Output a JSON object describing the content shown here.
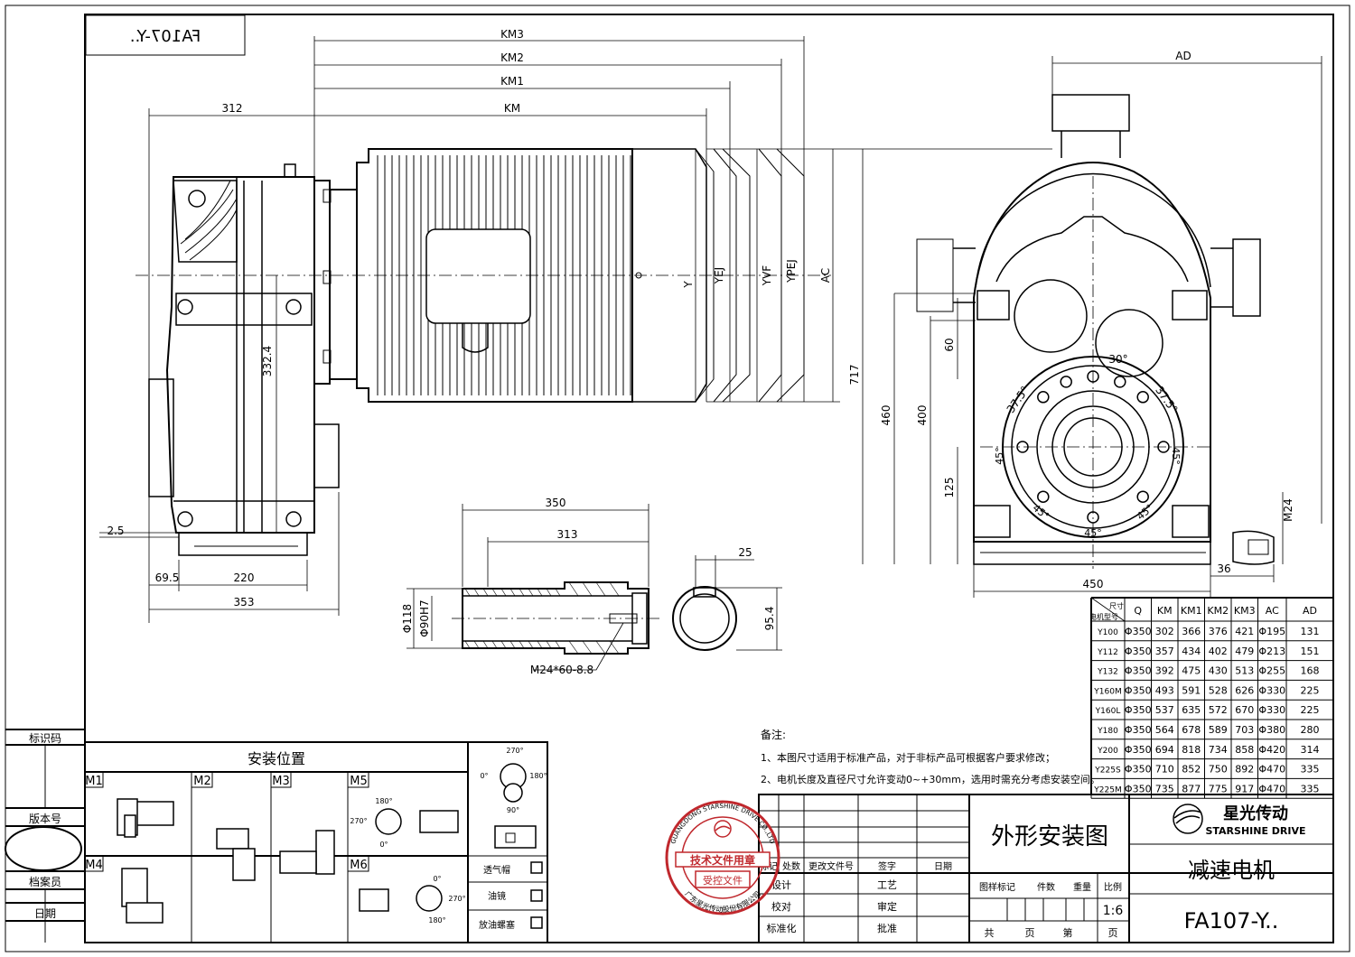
{
  "drawing_code_mirrored": "FA107-Y..",
  "left_view": {
    "dims": {
      "d312": "312",
      "km3": "KM3",
      "km2": "KM2",
      "km1": "KM1",
      "km": "KM",
      "d332": "332.4",
      "d25": "2.5",
      "d695": "69.5",
      "d220": "220",
      "d353": "353",
      "y": "Y",
      "yej": "YEJ",
      "yvf": "YVF",
      "ypej": "YPEJ",
      "ac": "AC"
    }
  },
  "right_view": {
    "dims": {
      "ad": "AD",
      "d60": "60",
      "d717": "717",
      "d460": "460",
      "d400": "400",
      "d125": "125",
      "d450": "450",
      "d36": "36",
      "m24": "M24",
      "a30": "30°",
      "a375l": "37.5°",
      "a375r": "37.5°",
      "a45a": "45°",
      "a45b": "45°",
      "a45c": "45°",
      "a45d": "45°",
      "a45e": "45°"
    }
  },
  "shaft_view": {
    "dims": {
      "d350": "350",
      "d313": "313",
      "d25": "25",
      "d118": "Φ118",
      "d90": "Φ90H7",
      "d954": "95.4",
      "thread": "M24*60-8.8"
    }
  },
  "spec_table": {
    "corner_top": "尺寸",
    "corner_bottom": "电机型号",
    "headers": [
      "Q",
      "KM",
      "KM1",
      "KM2",
      "KM3",
      "AC",
      "AD"
    ],
    "rows": [
      {
        "model": "Y100",
        "values": [
          "Φ350",
          "302",
          "366",
          "376",
          "421",
          "Φ195",
          "131"
        ]
      },
      {
        "model": "Y112",
        "values": [
          "Φ350",
          "357",
          "434",
          "402",
          "479",
          "Φ213",
          "151"
        ]
      },
      {
        "model": "Y132",
        "values": [
          "Φ350",
          "392",
          "475",
          "430",
          "513",
          "Φ255",
          "168"
        ]
      },
      {
        "model": "Y160M",
        "values": [
          "Φ350",
          "493",
          "591",
          "528",
          "626",
          "Φ330",
          "225"
        ]
      },
      {
        "model": "Y160L",
        "values": [
          "Φ350",
          "537",
          "635",
          "572",
          "670",
          "Φ330",
          "225"
        ]
      },
      {
        "model": "Y180",
        "values": [
          "Φ350",
          "564",
          "678",
          "589",
          "703",
          "Φ380",
          "280"
        ]
      },
      {
        "model": "Y200",
        "values": [
          "Φ350",
          "694",
          "818",
          "734",
          "858",
          "Φ420",
          "314"
        ]
      },
      {
        "model": "Y225S",
        "values": [
          "Φ350",
          "710",
          "852",
          "750",
          "892",
          "Φ470",
          "335"
        ]
      },
      {
        "model": "Y225M",
        "values": [
          "Φ350",
          "735",
          "877",
          "775",
          "917",
          "Φ470",
          "335"
        ]
      }
    ]
  },
  "notes": {
    "title": "备注:",
    "items": [
      "1、本图尺寸适用于标准产品，对于非标产品可根据客户要求修改；",
      "2、电机长度及直径尺寸允许变动0~+30mm，选用时需充分考虑安装空间。"
    ]
  },
  "side_labels": {
    "id_code": "标识码",
    "version": "版本号",
    "archivist": "档案员",
    "date": "日期"
  },
  "install_panel": {
    "title": "安装位置",
    "positions": [
      "M1",
      "M2",
      "M3",
      "M4",
      "M5",
      "M6"
    ],
    "angles": {
      "m5_180": "180°",
      "m5_270": "270°",
      "m5_0": "0°",
      "m6_0": "0°",
      "m6_270": "270°",
      "m6_180": "180°",
      "t_270": "270°",
      "t_0": "0°",
      "t_180": "180°",
      "t_90": "90°"
    },
    "legend": [
      "透气帽",
      "油镜",
      "放油螺塞"
    ]
  },
  "stamp": {
    "ring_text": "GUANGDONG STARSHINE DRIVE CO.,LTD",
    "ring_bottom": "广东星光传动股份有限公司",
    "main": "技术文件用章",
    "sub": "受控文件"
  },
  "title_block": {
    "title": "外形安装图",
    "company_cn": "星光传动",
    "company_en": "STARSHINE DRIVE",
    "product": "减速电机",
    "code": "FA107-Y..",
    "sig_headers": [
      "标记",
      "处数",
      "更改文件号",
      "签字",
      "日期"
    ],
    "roles": [
      "设计",
      "校对",
      "标准化"
    ],
    "roles2": [
      "工艺",
      "审定",
      "批准"
    ],
    "stage_labels": [
      "图样标记",
      "件数",
      "重量",
      "比例"
    ],
    "scale": "1:6",
    "page_labels": [
      "共",
      "页",
      "第",
      "页"
    ]
  }
}
